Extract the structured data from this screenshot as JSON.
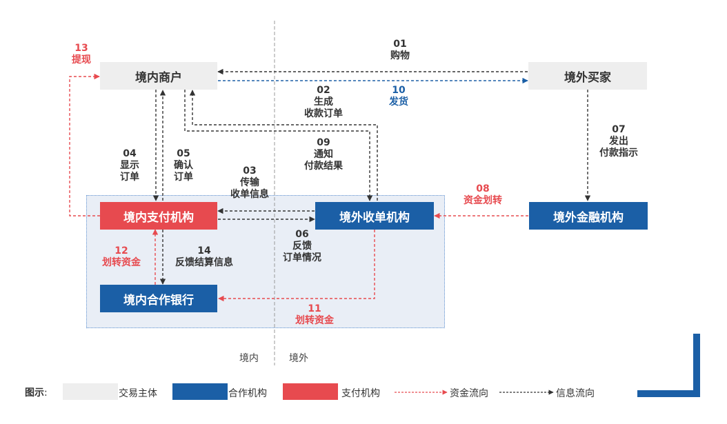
{
  "colors": {
    "subject": "#eeeeee",
    "partner": "#1b5fa6",
    "payment": "#e74a4f",
    "info_arrow": "#333333",
    "fund_arrow": "#e74a4f",
    "ship_arrow": "#1b5fa6"
  },
  "nodes": {
    "domestic_merchant": "境内商户",
    "overseas_buyer": "境外买家",
    "domestic_payment_institution": "境内支付机构",
    "overseas_acquirer": "境外收单机构",
    "overseas_financial_institution": "境外金融机构",
    "domestic_partner_bank": "境内合作银行"
  },
  "steps": {
    "s01": {
      "num": "01",
      "lines": [
        "购物"
      ]
    },
    "s02": {
      "num": "02",
      "lines": [
        "生成",
        "收款订单"
      ]
    },
    "s03": {
      "num": "03",
      "lines": [
        "传输",
        "收单信息"
      ]
    },
    "s04": {
      "num": "04",
      "lines": [
        "显示",
        "订单"
      ]
    },
    "s05": {
      "num": "05",
      "lines": [
        "确认",
        "订单"
      ]
    },
    "s06": {
      "num": "06",
      "lines": [
        "反馈",
        "订单情况"
      ]
    },
    "s07": {
      "num": "07",
      "lines": [
        "发出",
        "付款指示"
      ]
    },
    "s08": {
      "num": "08",
      "lines": [
        "资金划转"
      ]
    },
    "s09": {
      "num": "09",
      "lines": [
        "通知",
        "付款结果"
      ]
    },
    "s10": {
      "num": "10",
      "lines": [
        "发货"
      ]
    },
    "s11": {
      "num": "11",
      "lines": [
        "划转资金"
      ]
    },
    "s12": {
      "num": "12",
      "lines": [
        "划转资金"
      ]
    },
    "s13": {
      "num": "13",
      "lines": [
        "提现"
      ]
    },
    "s14": {
      "num": "14",
      "lines": [
        "反馈结算信息"
      ]
    }
  },
  "regions": {
    "domestic": "境内",
    "overseas": "境外"
  },
  "legend": {
    "title": "图示",
    "colon": ":",
    "subject": "交易主体",
    "partner": "合作机构",
    "payment": "支付机构",
    "fund_flow": "资金流向",
    "info_flow": "信息流向"
  }
}
